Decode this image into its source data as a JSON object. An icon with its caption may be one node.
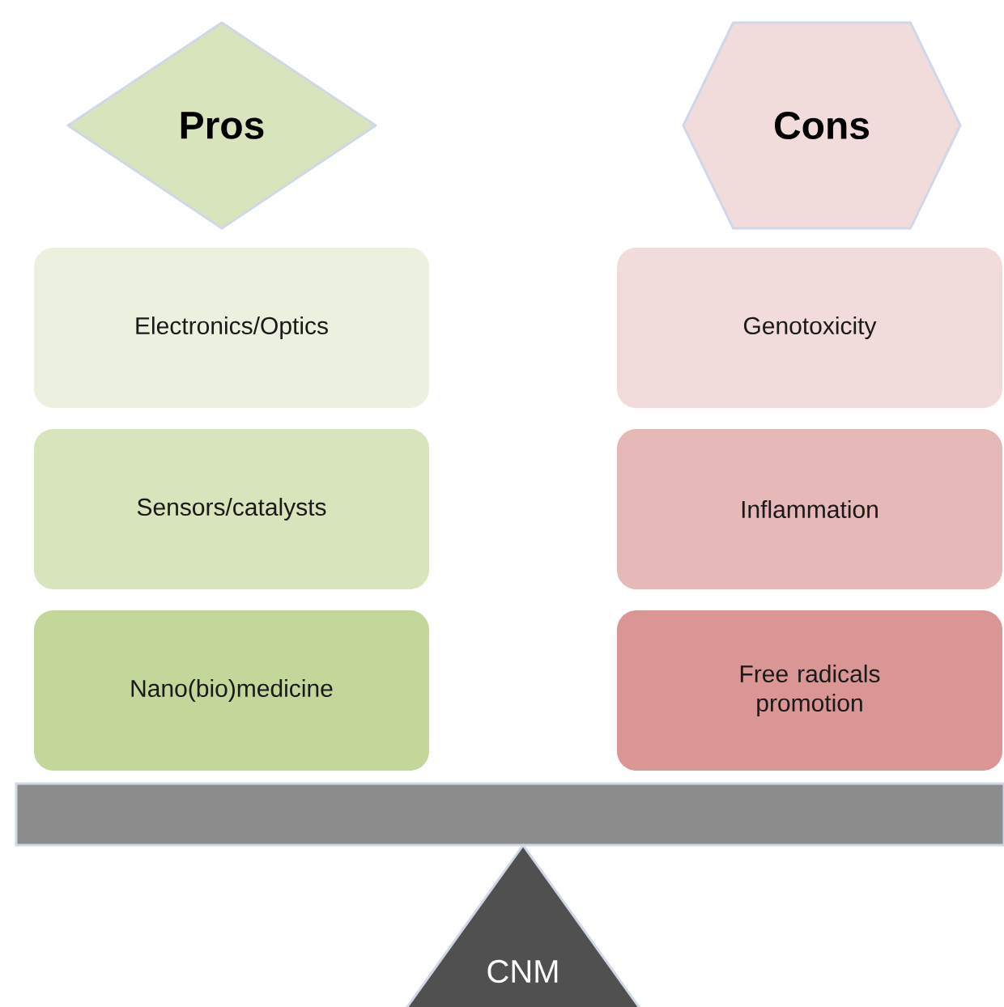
{
  "diagram": {
    "nodes": [
      {
        "text": [
          "Pros"
        ]
      },
      {
        "text": [
          "Cons"
        ]
      },
      {
        "text": [
          "Electronics/Optics"
        ]
      },
      {
        "text": [
          "Genotoxicity"
        ]
      },
      {
        "text": [
          "Sensors/catalysts"
        ]
      },
      {
        "text": [
          "Inflammation"
        ]
      },
      {
        "text": [
          "Nano(bio)medicine"
        ]
      },
      {
        "text": [
          "Free radicals promotion"
        ]
      },
      {
        "text": [],
        "shape": "bar"
      },
      {
        "text": [
          "CNM"
        ]
      }
    ]
  }
}
